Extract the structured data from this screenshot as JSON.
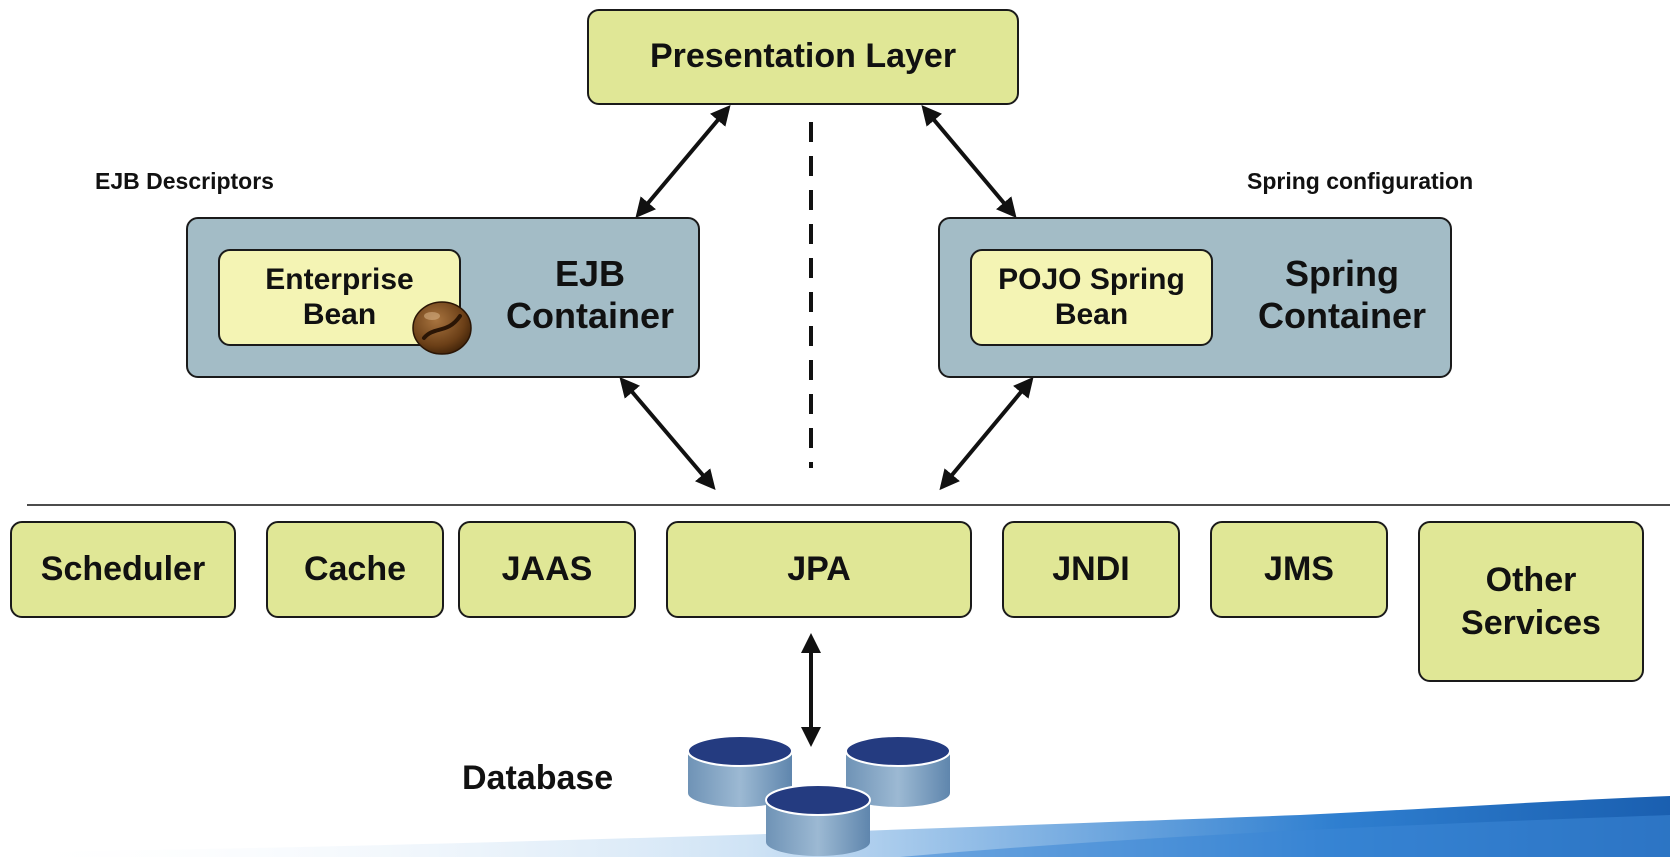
{
  "presentation": {
    "label": "Presentation Layer"
  },
  "ejb": {
    "descriptor_label": "EJB Descriptors",
    "container_line1": "EJB",
    "container_line2": "Container",
    "bean_line1": "Enterprise",
    "bean_line2": "Bean",
    "bean_icon": "coffee-bean-icon"
  },
  "spring": {
    "config_label": "Spring configuration",
    "container_line1": "Spring",
    "container_line2": "Container",
    "bean_line1": "POJO Spring",
    "bean_line2": "Bean"
  },
  "services": {
    "scheduler": "Scheduler",
    "cache": "Cache",
    "jaas": "JAAS",
    "jpa": "JPA",
    "jndi": "JNDI",
    "jms": "JMS",
    "other_line1": "Other",
    "other_line2": "Services"
  },
  "database": {
    "label": "Database",
    "icon": "database-cylinders-icon"
  },
  "colors": {
    "service_fill": "#e0e796",
    "bean_fill": "#f4f4b4",
    "container_fill": "#a3bcc6",
    "db_top": "#243b80",
    "db_side": "#7c9fbf"
  }
}
